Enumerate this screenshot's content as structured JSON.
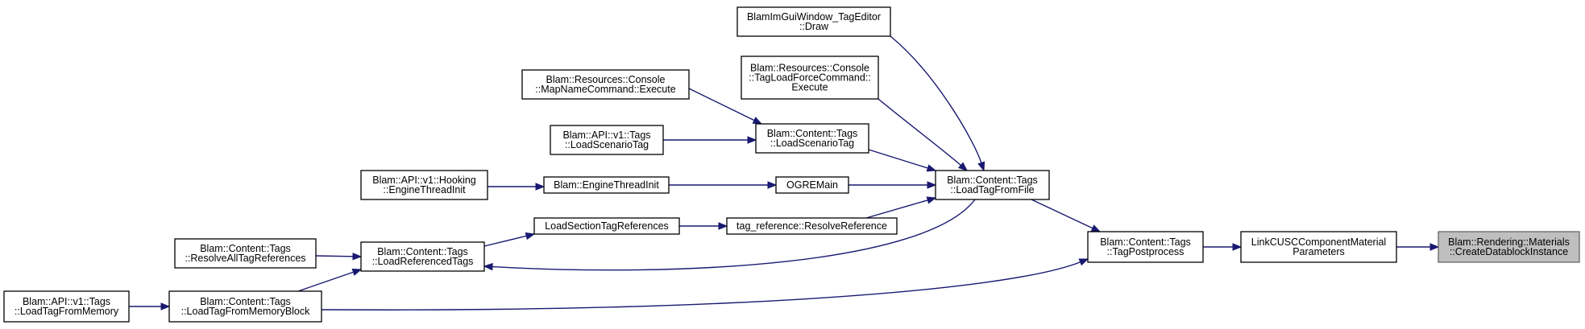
{
  "graph": {
    "type": "caller-graph",
    "edge_color": "#191970",
    "root_fill": "#bfbfbf",
    "nodes": {
      "imgui": [
        "BlamImGuiWindow_TagEditor",
        "::Draw"
      ],
      "tagloadforce": [
        "Blam::Resources::Console",
        "::TagLoadForceCommand::",
        "Execute"
      ],
      "mapname": [
        "Blam::Resources::Console",
        "::MapNameCommand::Execute"
      ],
      "apiloadscenario": [
        "Blam::API::v1::Tags",
        "::LoadScenarioTag"
      ],
      "contentloadscenario": [
        "Blam::Content::Tags",
        "::LoadScenarioTag"
      ],
      "hooking": [
        "Blam::API::v1::Hooking",
        "::EngineThreadInit"
      ],
      "enginethreadinit": [
        "Blam::EngineThreadInit"
      ],
      "ogremain": [
        "OGREMain"
      ],
      "loadtagfromfile": [
        "Blam::Content::Tags",
        "::LoadTagFromFile"
      ],
      "loadsectiontagrefs": [
        "LoadSectionTagReferences"
      ],
      "resolvereference": [
        "tag_reference::ResolveReference"
      ],
      "resolvealltagrefs": [
        "Blam::Content::Tags",
        "::ResolveAllTagReferences"
      ],
      "loadreferencedtags": [
        "Blam::Content::Tags",
        "::LoadReferencedTags"
      ],
      "tagpostprocess": [
        "Blam::Content::Tags",
        "::TagPostprocess"
      ],
      "linkcusc": [
        "LinkCUSCComponentMaterial",
        "Parameters"
      ],
      "createdatablock": [
        "Blam::Rendering::Materials",
        "::CreateDatablockInstance"
      ],
      "apiloadtagfrommemory": [
        "Blam::API::v1::Tags",
        "::LoadTagFromMemory"
      ],
      "loadtagfrommemoryblock": [
        "Blam::Content::Tags",
        "::LoadTagFromMemoryBlock"
      ]
    },
    "edges": [
      [
        "imgui",
        "loadtagfromfile"
      ],
      [
        "tagloadforce",
        "loadtagfromfile"
      ],
      [
        "mapname",
        "contentloadscenario"
      ],
      [
        "apiloadscenario",
        "contentloadscenario"
      ],
      [
        "contentloadscenario",
        "loadtagfromfile"
      ],
      [
        "hooking",
        "enginethreadinit"
      ],
      [
        "enginethreadinit",
        "ogremain"
      ],
      [
        "ogremain",
        "loadtagfromfile"
      ],
      [
        "resolvereference",
        "loadtagfromfile"
      ],
      [
        "loadsectiontagrefs",
        "resolvereference"
      ],
      [
        "loadreferencedtags",
        "loadsectiontagrefs"
      ],
      [
        "loadtagfromfile",
        "loadreferencedtags"
      ],
      [
        "resolvealltagrefs",
        "loadreferencedtags"
      ],
      [
        "loadtagfrommemoryblock",
        "loadreferencedtags"
      ],
      [
        "apiloadtagfrommemory",
        "loadtagfrommemoryblock"
      ],
      [
        "loadtagfromfile",
        "tagpostprocess"
      ],
      [
        "loadtagfrommemoryblock",
        "tagpostprocess"
      ],
      [
        "tagpostprocess",
        "linkcusc"
      ],
      [
        "linkcusc",
        "createdatablock"
      ]
    ]
  }
}
